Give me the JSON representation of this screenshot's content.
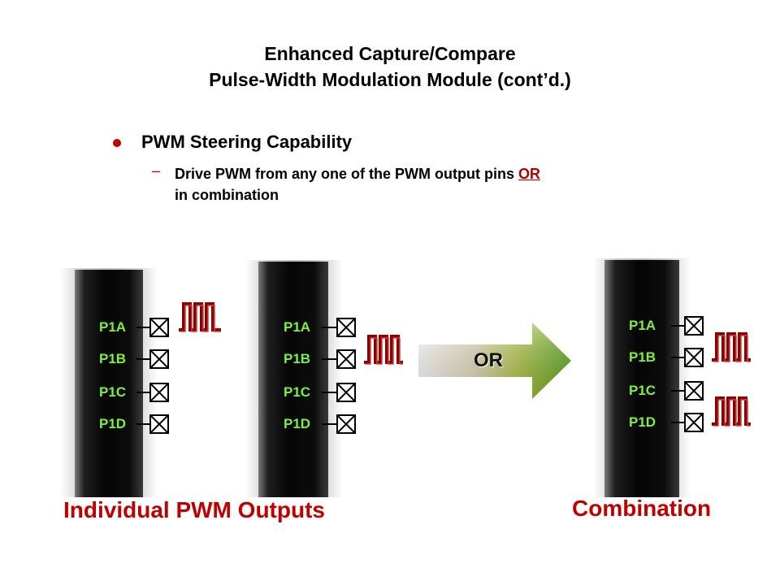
{
  "title": {
    "line1": "Enhanced Capture/Compare",
    "line2": "Pulse-Width Modulation Module (cont’d.)"
  },
  "bullet": {
    "text": "PWM Steering Capability",
    "sub_dash": "–",
    "sub_text_before": "Drive PWM from any one of the PWM output pins ",
    "sub_or": "OR",
    "sub_text_after": "in combination"
  },
  "pins": [
    "P1A",
    "P1B",
    "P1C",
    "P1D"
  ],
  "arrow": {
    "label": "OR"
  },
  "captions": {
    "individual": "Individual PWM Outputs",
    "combination": "Combination"
  },
  "colors": {
    "accent_red": "#c00000",
    "pin_green": "#7df03c",
    "arrow_green": "#5aa820"
  }
}
